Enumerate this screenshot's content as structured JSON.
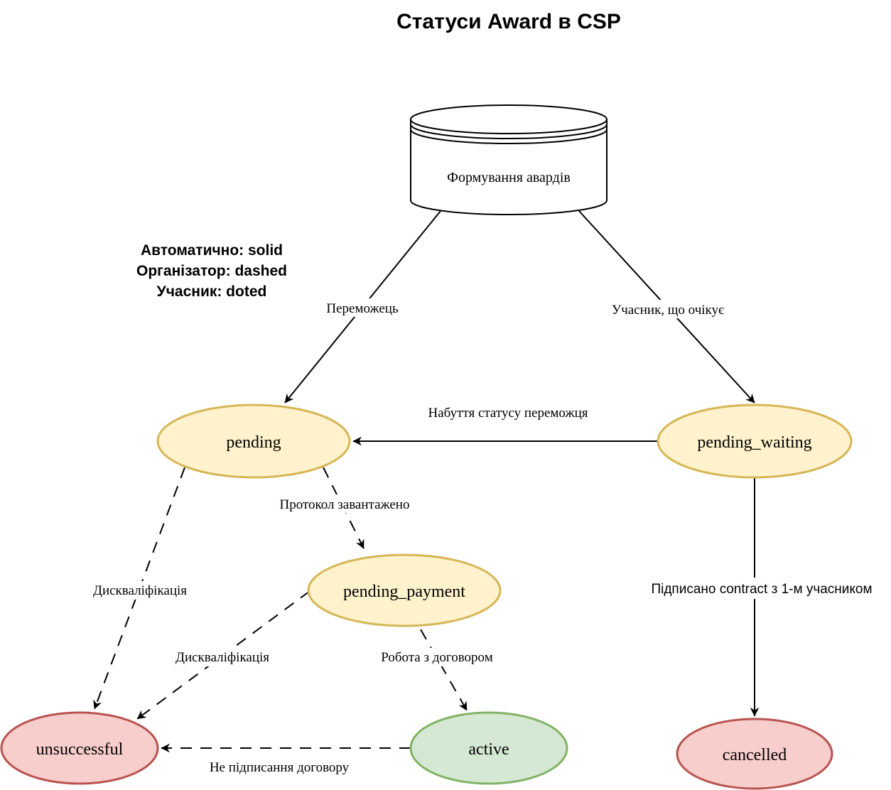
{
  "diagram": {
    "title": "Статуси Award в CSP",
    "legend": [
      "Автоматично: solid",
      "Організатор: dashed",
      "Учасник: doted"
    ],
    "source": {
      "label": "Формування авардів",
      "shape": "database-cylinder"
    },
    "nodes": [
      {
        "id": "pending",
        "label": "pending",
        "fill": "#fff2cc",
        "stroke": "#d6b656"
      },
      {
        "id": "pending_waiting",
        "label": "pending_waiting",
        "fill": "#fff2cc",
        "stroke": "#d6b656"
      },
      {
        "id": "pending_payment",
        "label": "pending_payment",
        "fill": "#fff2cc",
        "stroke": "#d6b656"
      },
      {
        "id": "unsuccessful",
        "label": "unsuccessful",
        "fill": "#f8cecc",
        "stroke": "#b85450"
      },
      {
        "id": "active",
        "label": "active",
        "fill": "#d5e8d4",
        "stroke": "#82b366"
      },
      {
        "id": "cancelled",
        "label": "cancelled",
        "fill": "#f8cecc",
        "stroke": "#b85450"
      }
    ],
    "edges": [
      {
        "from": "source",
        "to": "pending",
        "label": "Переможець",
        "style": "solid"
      },
      {
        "from": "source",
        "to": "pending_waiting",
        "label": "Учасник, що очікує",
        "style": "solid"
      },
      {
        "from": "pending_waiting",
        "to": "pending",
        "label": "Набуття статусу переможця",
        "style": "solid"
      },
      {
        "from": "pending",
        "to": "pending_payment",
        "label": "Протокол завантажено",
        "style": "dashed"
      },
      {
        "from": "pending",
        "to": "unsuccessful",
        "label": "Дискваліфікація",
        "style": "dashed"
      },
      {
        "from": "pending_payment",
        "to": "unsuccessful",
        "label": "Дискваліфікація",
        "style": "dashed"
      },
      {
        "from": "pending_payment",
        "to": "active",
        "label": "Робота з договором",
        "style": "dashed"
      },
      {
        "from": "active",
        "to": "unsuccessful",
        "label": "Не підписання договору",
        "style": "dashed"
      },
      {
        "from": "pending_waiting",
        "to": "cancelled",
        "label": "Підписано contract з 1-м учасником",
        "style": "solid"
      }
    ]
  }
}
